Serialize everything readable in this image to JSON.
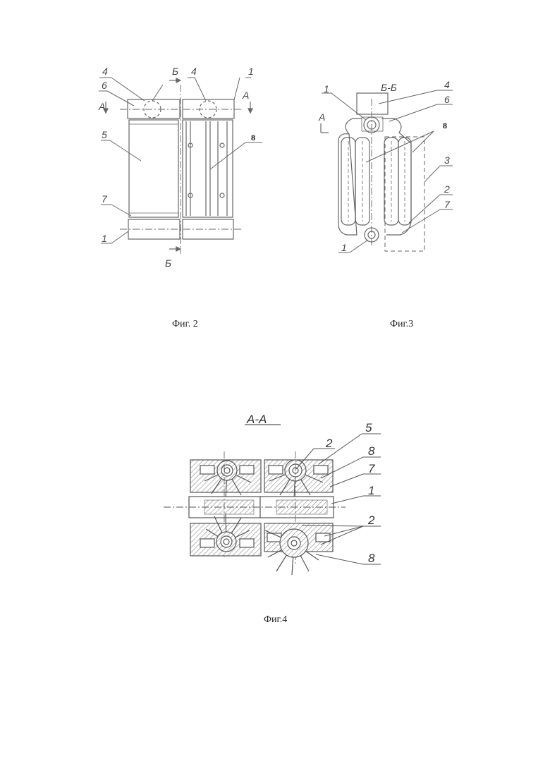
{
  "captions": {
    "fig2": "Фиг. 2",
    "fig3": "Фиг.3",
    "fig4": "Фиг.4"
  },
  "fig2": {
    "labels": {
      "n4a": "4",
      "n6": "6",
      "b_top": "Б",
      "n4b": "4",
      "n1_top": "1",
      "a_left": "А",
      "a_right": "А",
      "n5": "5",
      "n8": "8",
      "n7": "7",
      "n1_bottom": "1",
      "b_bottom": "Б"
    }
  },
  "fig3": {
    "labels": {
      "section": "Б-Б",
      "n1_top": "1",
      "n4": "4",
      "n6": "6",
      "a": "А",
      "n8": "8",
      "n3": "3",
      "n2": "2",
      "n7": "7",
      "n1_bottom": "1"
    }
  },
  "fig4": {
    "labels": {
      "section": "А-А",
      "n2_top": "2",
      "n5": "5",
      "n8_top": "8",
      "n7": "7",
      "n1": "1",
      "n2_bottom": "2",
      "n8_bottom": "8"
    }
  }
}
